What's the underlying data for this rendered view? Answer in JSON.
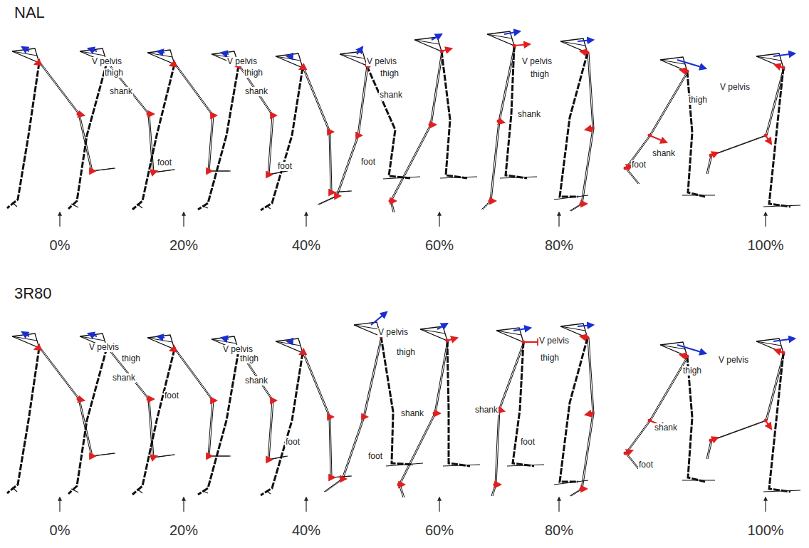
{
  "diagram": {
    "labels": [
      "NAL",
      "V pelvis",
      "thigh",
      "shank",
      "foot",
      "V pelvis",
      "thigh",
      "shank",
      "foot",
      "V pelvis",
      "thigh",
      "shank",
      "foot",
      "V pelvis",
      "thigh",
      "shank",
      "V pelvis",
      "thigh",
      "shank",
      "foot",
      "0%",
      "20%",
      "40%",
      "60%",
      "80%",
      "100%",
      "3R80",
      "V pelvis",
      "thigh",
      "shank",
      "foot",
      "V pelvis",
      "thigh",
      "shank",
      "foot",
      "V pelvis",
      "thigh",
      "shank",
      "foot",
      "V pelvis",
      "thigh",
      "shank",
      "foot",
      "V pelvis",
      "thigh",
      "shank",
      "foot",
      "0%",
      "20%",
      "40%",
      "60%",
      "80%",
      "100%"
    ]
  }
}
